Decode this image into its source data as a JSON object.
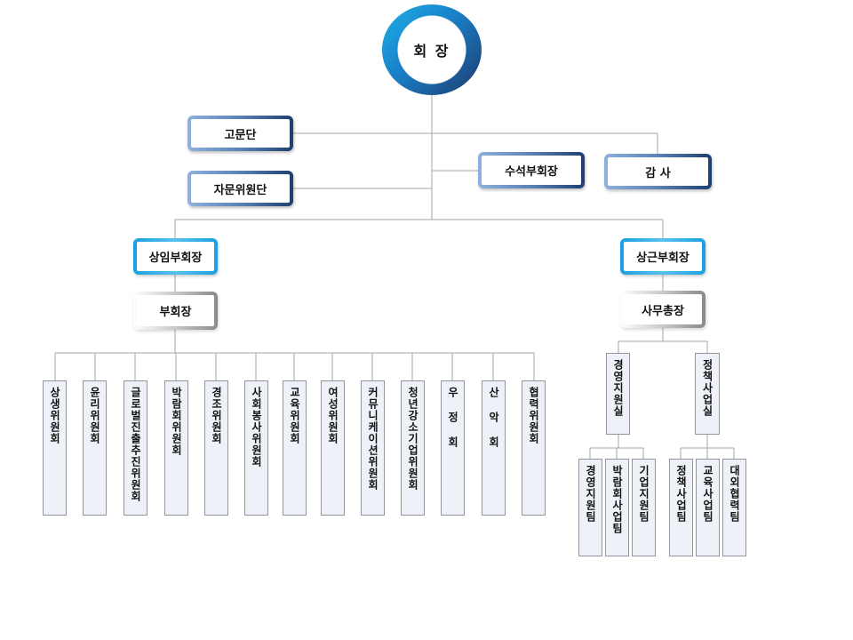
{
  "chairman": "회 장",
  "advisory_group": "고문단",
  "advisory_committee": "자문위원단",
  "senior_vice_chair": "수석부회장",
  "auditor": "감 사",
  "standing_vice_chair": "상임부회장",
  "permanent_vice_chair": "상근부회장",
  "vice_chair": "부회장",
  "secretary_general": "사무총장",
  "committees": [
    "상생위원회",
    "윤리위원회",
    "글로벌진출추진위원회",
    "박람회위원회",
    "경조위원회",
    "사회봉사위원회",
    "교육위원회",
    "여성위원회",
    "커뮤니케이션위원회",
    "청년강소기업위원회",
    "우 정 회",
    "산 악 회",
    "협력위원회"
  ],
  "offices": [
    "경영지원실",
    "정책사업실"
  ],
  "teams_management": [
    "경영지원팀",
    "박람회사업팀",
    "기업지원팀"
  ],
  "teams_policy": [
    "정책사업팀",
    "교육사업팀",
    "대외협력팀"
  ]
}
